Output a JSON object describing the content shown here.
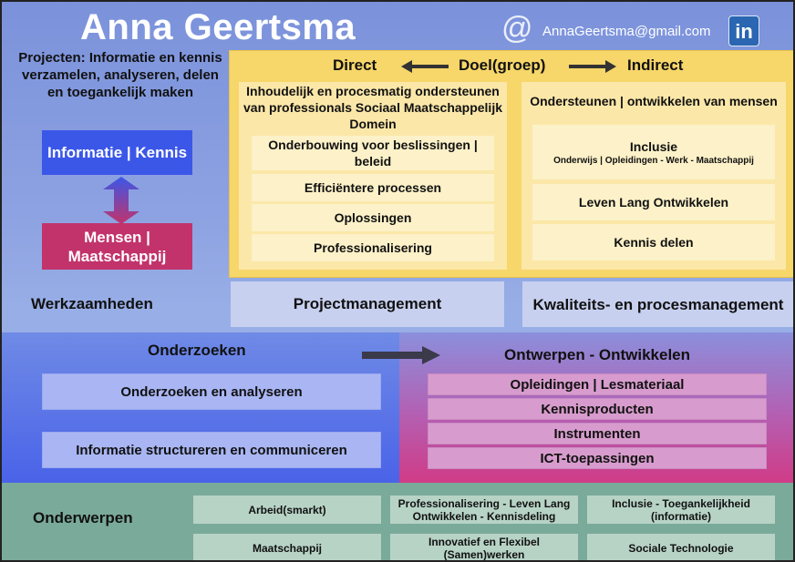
{
  "header": {
    "name": "Anna Geertsma",
    "email": "AnnaGeertsma@gmail.com",
    "linkedin_label": "in"
  },
  "projects": {
    "title": "Projecten: Informatie en kennis verzamelen, analyseren, delen en toegankelijk maken",
    "box_info": "Informatie | Kennis",
    "box_mens": "Mensen | Maatschappij"
  },
  "goal": {
    "direct": "Direct",
    "doelgroep": "Doel(groep)",
    "indirect": "Indirect",
    "left_title": "Inhoudelijk en procesmatig ondersteunen van professionals Sociaal Maatschappelijk Domein",
    "left_items": [
      "Onderbouwing voor beslissingen | beleid",
      "Efficiëntere processen",
      "Oplossingen",
      "Professionalisering"
    ],
    "right_title": "Ondersteunen | ontwikkelen van mensen",
    "right_items": [
      {
        "label": "Inclusie",
        "sub": "Onderwijs | Opleidingen - Werk - Maatschappij"
      },
      {
        "label": "Leven Lang Ontwikkelen",
        "sub": ""
      },
      {
        "label": "Kennis delen",
        "sub": ""
      }
    ]
  },
  "werkzaamheden": {
    "title": "Werkzaamheden",
    "pm": "Projectmanagement",
    "kpm": "Kwaliteits- en procesmanagement"
  },
  "onderzoeken": {
    "title": "Onderzoeken",
    "items": [
      "Onderzoeken en analyseren",
      "Informatie structureren en communiceren"
    ]
  },
  "ontwerpen": {
    "title": "Ontwerpen - Ontwikkelen",
    "items": [
      "Opleidingen | Lesmateriaal",
      "Kennisproducten",
      "Instrumenten",
      "ICT-toepassingen"
    ]
  },
  "onderwerpen": {
    "title": "Onderwerpen",
    "items": [
      "Arbeid(smarkt)",
      "Professionalisering - Leven Lang Ontwikkelen - Kennisdeling",
      "Inclusie - Toegankelijkheid (informatie)",
      "Maatschappij",
      "Innovatief en Flexibel (Samen)werken",
      "Sociale Technologie"
    ]
  },
  "colors": {
    "info_blue": "#3b57e8",
    "mens_magenta": "#c2336b",
    "yellow_panel": "#f7d66a",
    "topic_green": "#7aaa9a"
  }
}
